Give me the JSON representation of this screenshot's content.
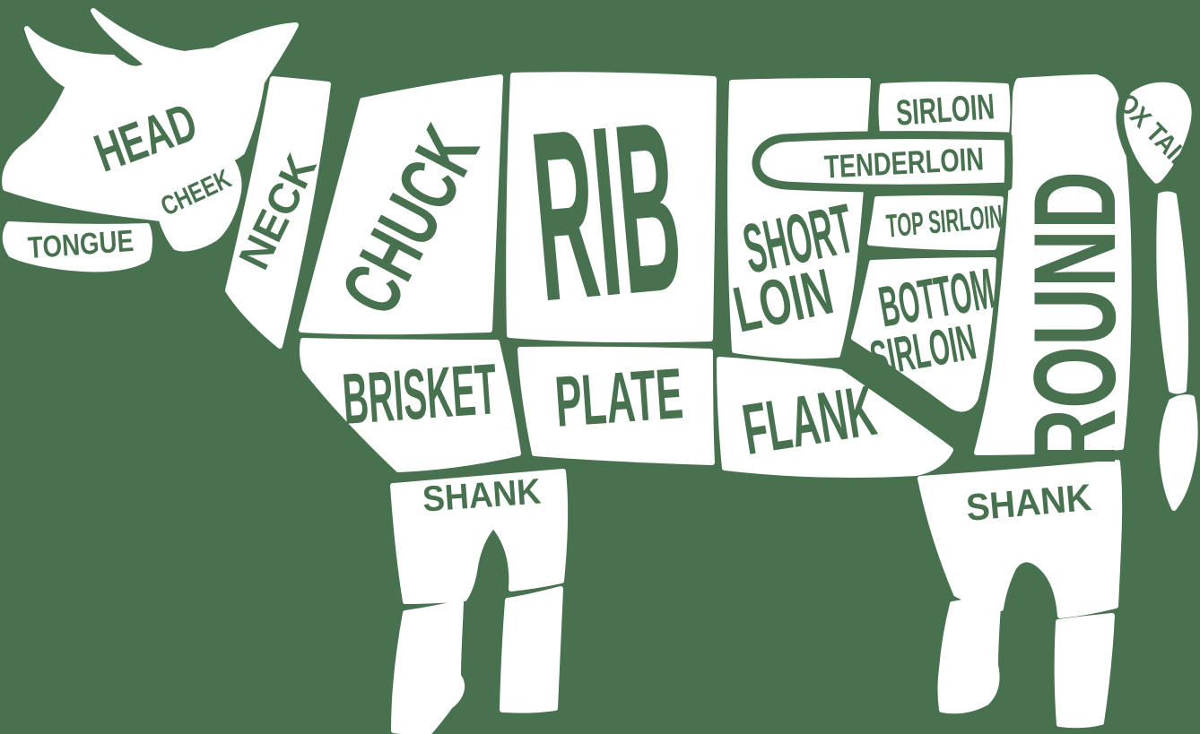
{
  "colors": {
    "background": "#48714F",
    "cow": "#FFFFFF",
    "label": "#48714F"
  },
  "cuts": {
    "head": {
      "label": "HEAD"
    },
    "cheek": {
      "label": "CHEEK"
    },
    "tongue": {
      "label": "TONGUE"
    },
    "neck": {
      "label": "NECK"
    },
    "chuck": {
      "label": "CHUCK"
    },
    "rib": {
      "label": "RIB"
    },
    "brisket": {
      "label": "BRISKET"
    },
    "plate": {
      "label": "PLATE"
    },
    "front_shank": {
      "label": "SHANK"
    },
    "short_loin": {
      "line1": "SHORT",
      "line2": "LOIN"
    },
    "sirloin": {
      "label": "SIRLOIN"
    },
    "tenderloin": {
      "label": "TENDERLOIN"
    },
    "top_sirloin": {
      "label": "TOP SIRLOIN"
    },
    "bottom_sirloin": {
      "line1": "BOTTOM",
      "line2": "SIRLOIN"
    },
    "flank": {
      "label": "FLANK"
    },
    "round": {
      "label": "ROUND"
    },
    "rear_shank": {
      "label": "SHANK"
    },
    "ox_tail": {
      "label": "OX TAIL"
    }
  }
}
